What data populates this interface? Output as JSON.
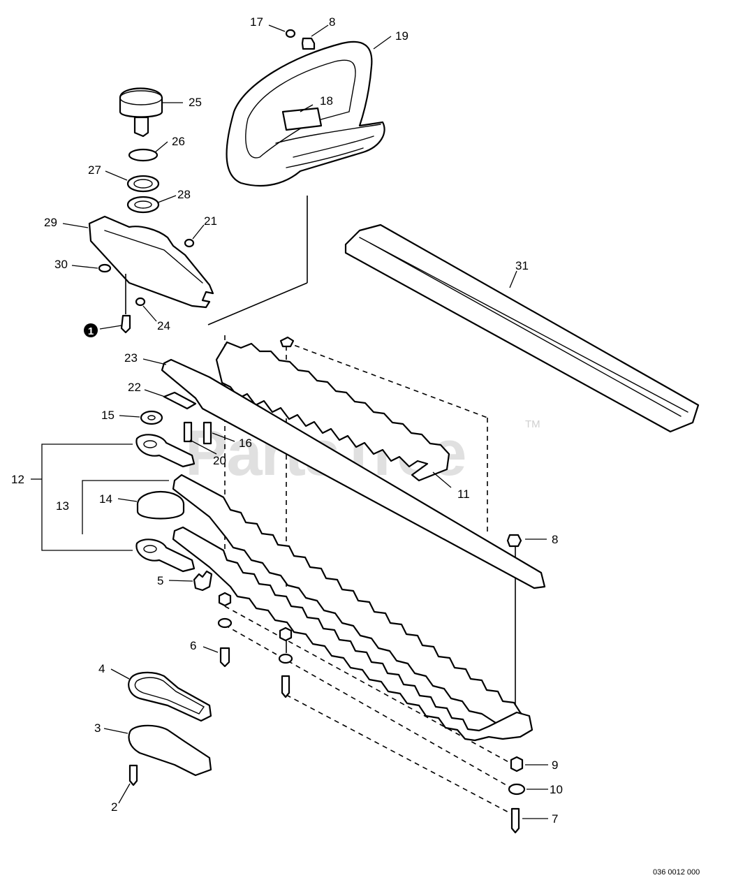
{
  "watermark": {
    "brand": "PartsTree",
    "trademark": "TM"
  },
  "drawing_code": "036 0012 000",
  "callout_badge": "1",
  "labels": {
    "p17": "17",
    "p8a": "8",
    "p19": "19",
    "p18": "18",
    "p25": "25",
    "p26": "26",
    "p27": "27",
    "p28": "28",
    "p29": "29",
    "p21": "21",
    "p30": "30",
    "p24": "24",
    "p31": "31",
    "p23": "23",
    "p22": "22",
    "p15": "15",
    "p16": "16",
    "p20": "20",
    "p12": "12",
    "p11": "11",
    "p13": "13",
    "p14": "14",
    "p8b": "8",
    "p5": "5",
    "p6": "6",
    "p4": "4",
    "p3": "3",
    "p2": "2",
    "p9": "9",
    "p10": "10",
    "p7": "7"
  },
  "colors": {
    "line": "#000000",
    "background": "#ffffff",
    "watermark": "#d6d6d6"
  }
}
